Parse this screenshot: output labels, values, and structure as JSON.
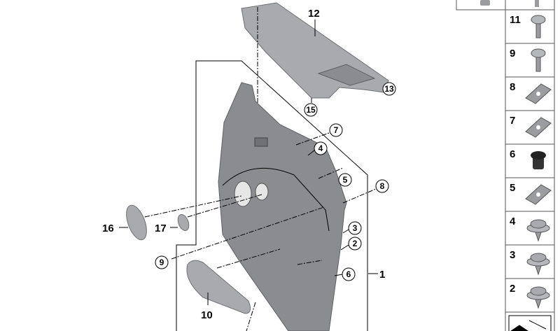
{
  "callouts": {
    "c1": "1",
    "c2": "2",
    "c3": "3",
    "c4": "4",
    "c5": "5",
    "c6": "6",
    "c7": "7",
    "c8": "8",
    "c9": "9",
    "c10": "10",
    "c12": "12",
    "c13": "13",
    "c15": "15",
    "c16": "16",
    "c17": "17"
  },
  "parts_column": [
    {
      "number": "11",
      "icon": "screw-icon"
    },
    {
      "number": "9",
      "icon": "screw-icon"
    },
    {
      "number": "8",
      "icon": "clip-nut-icon"
    },
    {
      "number": "7",
      "icon": "clip-icon"
    },
    {
      "number": "6",
      "icon": "grommet-icon"
    },
    {
      "number": "5",
      "icon": "clip-icon"
    },
    {
      "number": "4",
      "icon": "push-rivet-icon"
    },
    {
      "number": "3",
      "icon": "push-rivet-icon"
    },
    {
      "number": "2",
      "icon": "push-rivet-icon"
    }
  ],
  "colors": {
    "part": "#8a8c8f",
    "line": "#000000"
  }
}
